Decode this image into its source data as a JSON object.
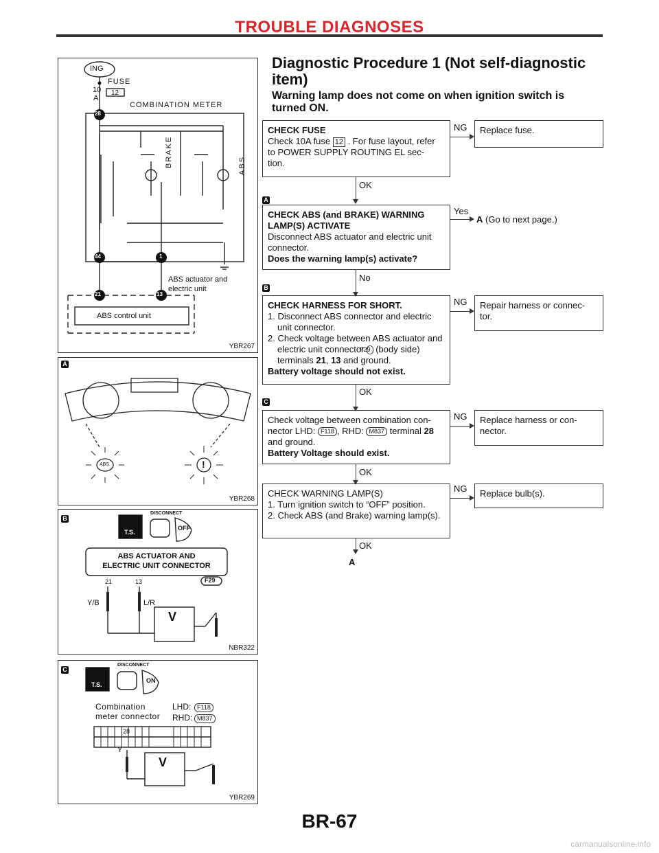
{
  "header": {
    "title": "TROUBLE DIAGNOSES"
  },
  "figures": {
    "fig1": {
      "code": "YBR267",
      "ing": "ING",
      "fuse": "FUSE",
      "fuse_amp_a": "10",
      "fuse_amp_b": "A",
      "fuse_no": "12",
      "meter": "COMBINATION METER",
      "brake": "BRAKE",
      "abs": "ABS",
      "t28": "28",
      "t44": "44",
      "t1": "1",
      "t21": "21",
      "t13": "13",
      "actuator_1": "ABS actuator and",
      "actuator_2": "electric unit",
      "control_unit": "ABS control unit"
    },
    "fig2": {
      "code": "YBR268",
      "badge": "A",
      "abs": "ABS",
      "excl": "!"
    },
    "fig3": {
      "code": "NBR322",
      "badge": "B",
      "ts": "T.S.",
      "disconnect": "DISCONNECT",
      "off": "OFF",
      "conn_1": "ABS ACTUATOR AND",
      "conn_2": "ELECTRIC UNIT CONNECTOR",
      "pin21": "21",
      "pin13": "13",
      "yb": "Y/B",
      "lr": "L/R",
      "f29": "F29",
      "v": "V"
    },
    "fig4": {
      "code": "YBR269",
      "badge": "C",
      "ts": "T.S.",
      "disconnect": "DISCONNECT",
      "on": "ON",
      "conn_1": "Combination",
      "conn_2": "meter connector",
      "lhd": "LHD:",
      "rhd": "RHD:",
      "f118": "F118",
      "m837": "M837",
      "pin28": "28",
      "y": "Y",
      "v": "V"
    }
  },
  "procedure": {
    "title_1": "Diagnostic Procedure 1 (Not self-diagnostic",
    "title_2": "item)",
    "sub_1": "Warning lamp does not come on when ignition switch is",
    "sub_2": "turned ON.",
    "s1": {
      "head": "CHECK FUSE",
      "line1a": "Check 10A fuse",
      "fuse": "12",
      "line1b": ". For fuse layout, refer",
      "line2": "to POWER SUPPLY ROUTING EL sec-",
      "line3": "tion.",
      "ng": "NG",
      "ng_text": "Replace fuse.",
      "ok": "OK"
    },
    "s2": {
      "badge": "A",
      "head1": "CHECK ABS (and BRAKE) WARNING",
      "head2": "LAMP(S) ACTIVATE",
      "l1": "Disconnect ABS actuator and electric unit",
      "l2": "connector.",
      "q": "Does the warning lamp(s) activate?",
      "yes": "Yes",
      "yes_ref": "A",
      "yes_text": "(Go to next page.)",
      "no": "No"
    },
    "s3": {
      "badge": "B",
      "head": "CHECK HARNESS FOR SHORT.",
      "l1": "1. Disconnect ABS connector and electric",
      "l1b": "unit connector.",
      "l2": "2. Check voltage between ABS actuator",
      "l2b": "and electric unit connector",
      "conn": "F29",
      "l2c": "(body",
      "l2d": "side) terminals",
      "t21": "21",
      "t13": "13",
      "l2e": "and ground.",
      "must": "Battery voltage should not exist.",
      "ng": "NG",
      "ng_text_1": "Repair harness or connec-",
      "ng_text_2": "tor.",
      "ok": "OK"
    },
    "s4": {
      "badge": "C",
      "l1": "Check voltage between combination con-",
      "l2a": "nector LHD:",
      "c1": "F118",
      "l2b": ", RHD:",
      "c2": "M837",
      "l2c": "terminal",
      "t28": "28",
      "l3": "and ground.",
      "must": "Battery Voltage should exist.",
      "ng": "NG",
      "ng_text_1": "Replace harness or con-",
      "ng_text_2": "nector.",
      "ok": "OK"
    },
    "s5": {
      "head": "CHECK WARNING LAMP(S)",
      "l1": "1. Turn ignition switch to “OFF” position.",
      "l2": "2. Check ABS (and Brake) warning",
      "l2b": "lamp(s).",
      "ng": "NG",
      "ng_text": "Replace bulb(s).",
      "ok": "OK",
      "end_ref": "A"
    }
  },
  "footer": {
    "page": "BR-67"
  },
  "watermark": "carmanualsonline.info"
}
